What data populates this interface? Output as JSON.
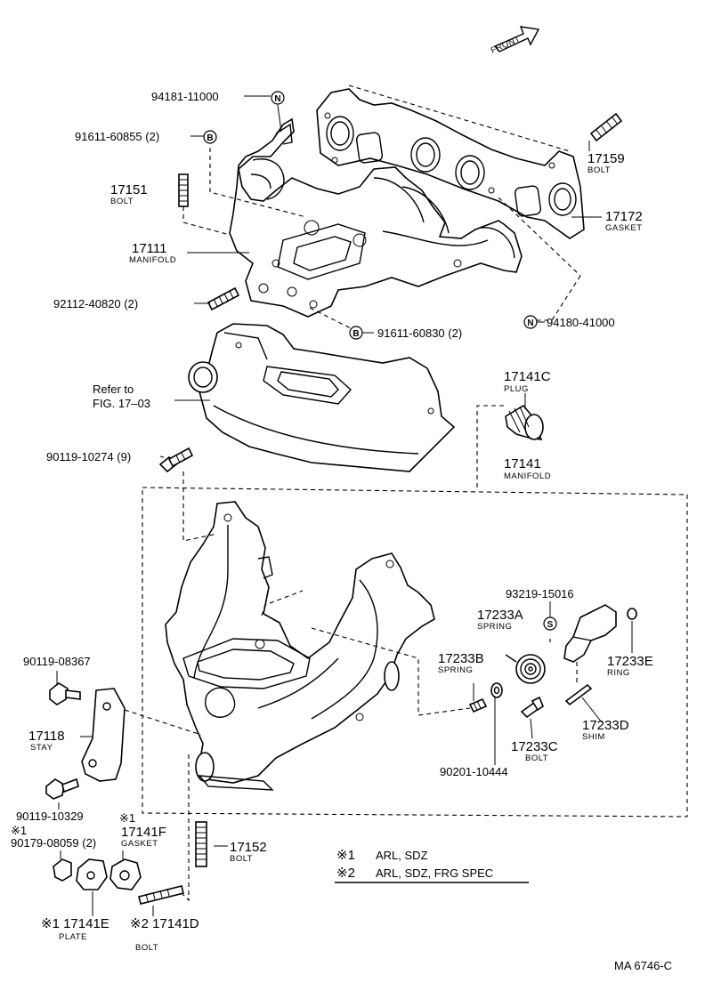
{
  "front_label": "FRONT",
  "figure_code": "MA 6746-C",
  "circle_marks": {
    "n": "N",
    "b": "B",
    "s": "S"
  },
  "callouts": {
    "p94181": "94181-11000",
    "p91611_855": "91611-60855 (2)",
    "p17159": "17159",
    "p17159_name": "BOLT",
    "p17151": "17151",
    "p17151_name": "BOLT",
    "p17172": "17172",
    "p17172_name": "GASKET",
    "p17111": "17111",
    "p17111_name": "MANIFOLD",
    "p92112": "92112-40820 (2)",
    "p91611_830": "91611-60830 (2)",
    "p94180": "94180-41000",
    "refer_line1": "Refer to",
    "refer_line2": "FIG. 17–03",
    "p17141c": "17141C",
    "p17141c_name": "PLUG",
    "p90119_274": "90119-10274 (9)",
    "p17141": "17141",
    "p17141_name": "MANIFOLD",
    "p93219": "93219-15016",
    "p17233a": "17233A",
    "p17233a_name": "SPRING",
    "p17233e": "17233E",
    "p17233e_name": "RING",
    "p90119_367": "90119-08367",
    "p17233b": "17233B",
    "p17233b_name": "SPRING",
    "p17233d": "17233D",
    "p17233d_name": "SHIM",
    "p17233c": "17233C",
    "p17233c_name": "BOLT",
    "p17118": "17118",
    "p17118_name": "STAY",
    "p90201": "90201-10444",
    "p90119_329": "90119-10329",
    "p17141f_mark": "※1",
    "p17141f": "17141F",
    "p17141f_name": "GASKET",
    "p90179_mark": "※1",
    "p90179": "90179-08059 (2)",
    "p17152": "17152",
    "p17152_name": "BOLT",
    "p17141e": "※1 17141E",
    "p17141e_name": "PLATE",
    "p17141d": "※2 17141D",
    "p17141d_name": "BOLT"
  },
  "legend": {
    "row1_mark": "※1",
    "row1_text": "ARL, SDZ",
    "row2_mark": "※2",
    "row2_text": "ARL, SDZ, FRG SPEC"
  }
}
